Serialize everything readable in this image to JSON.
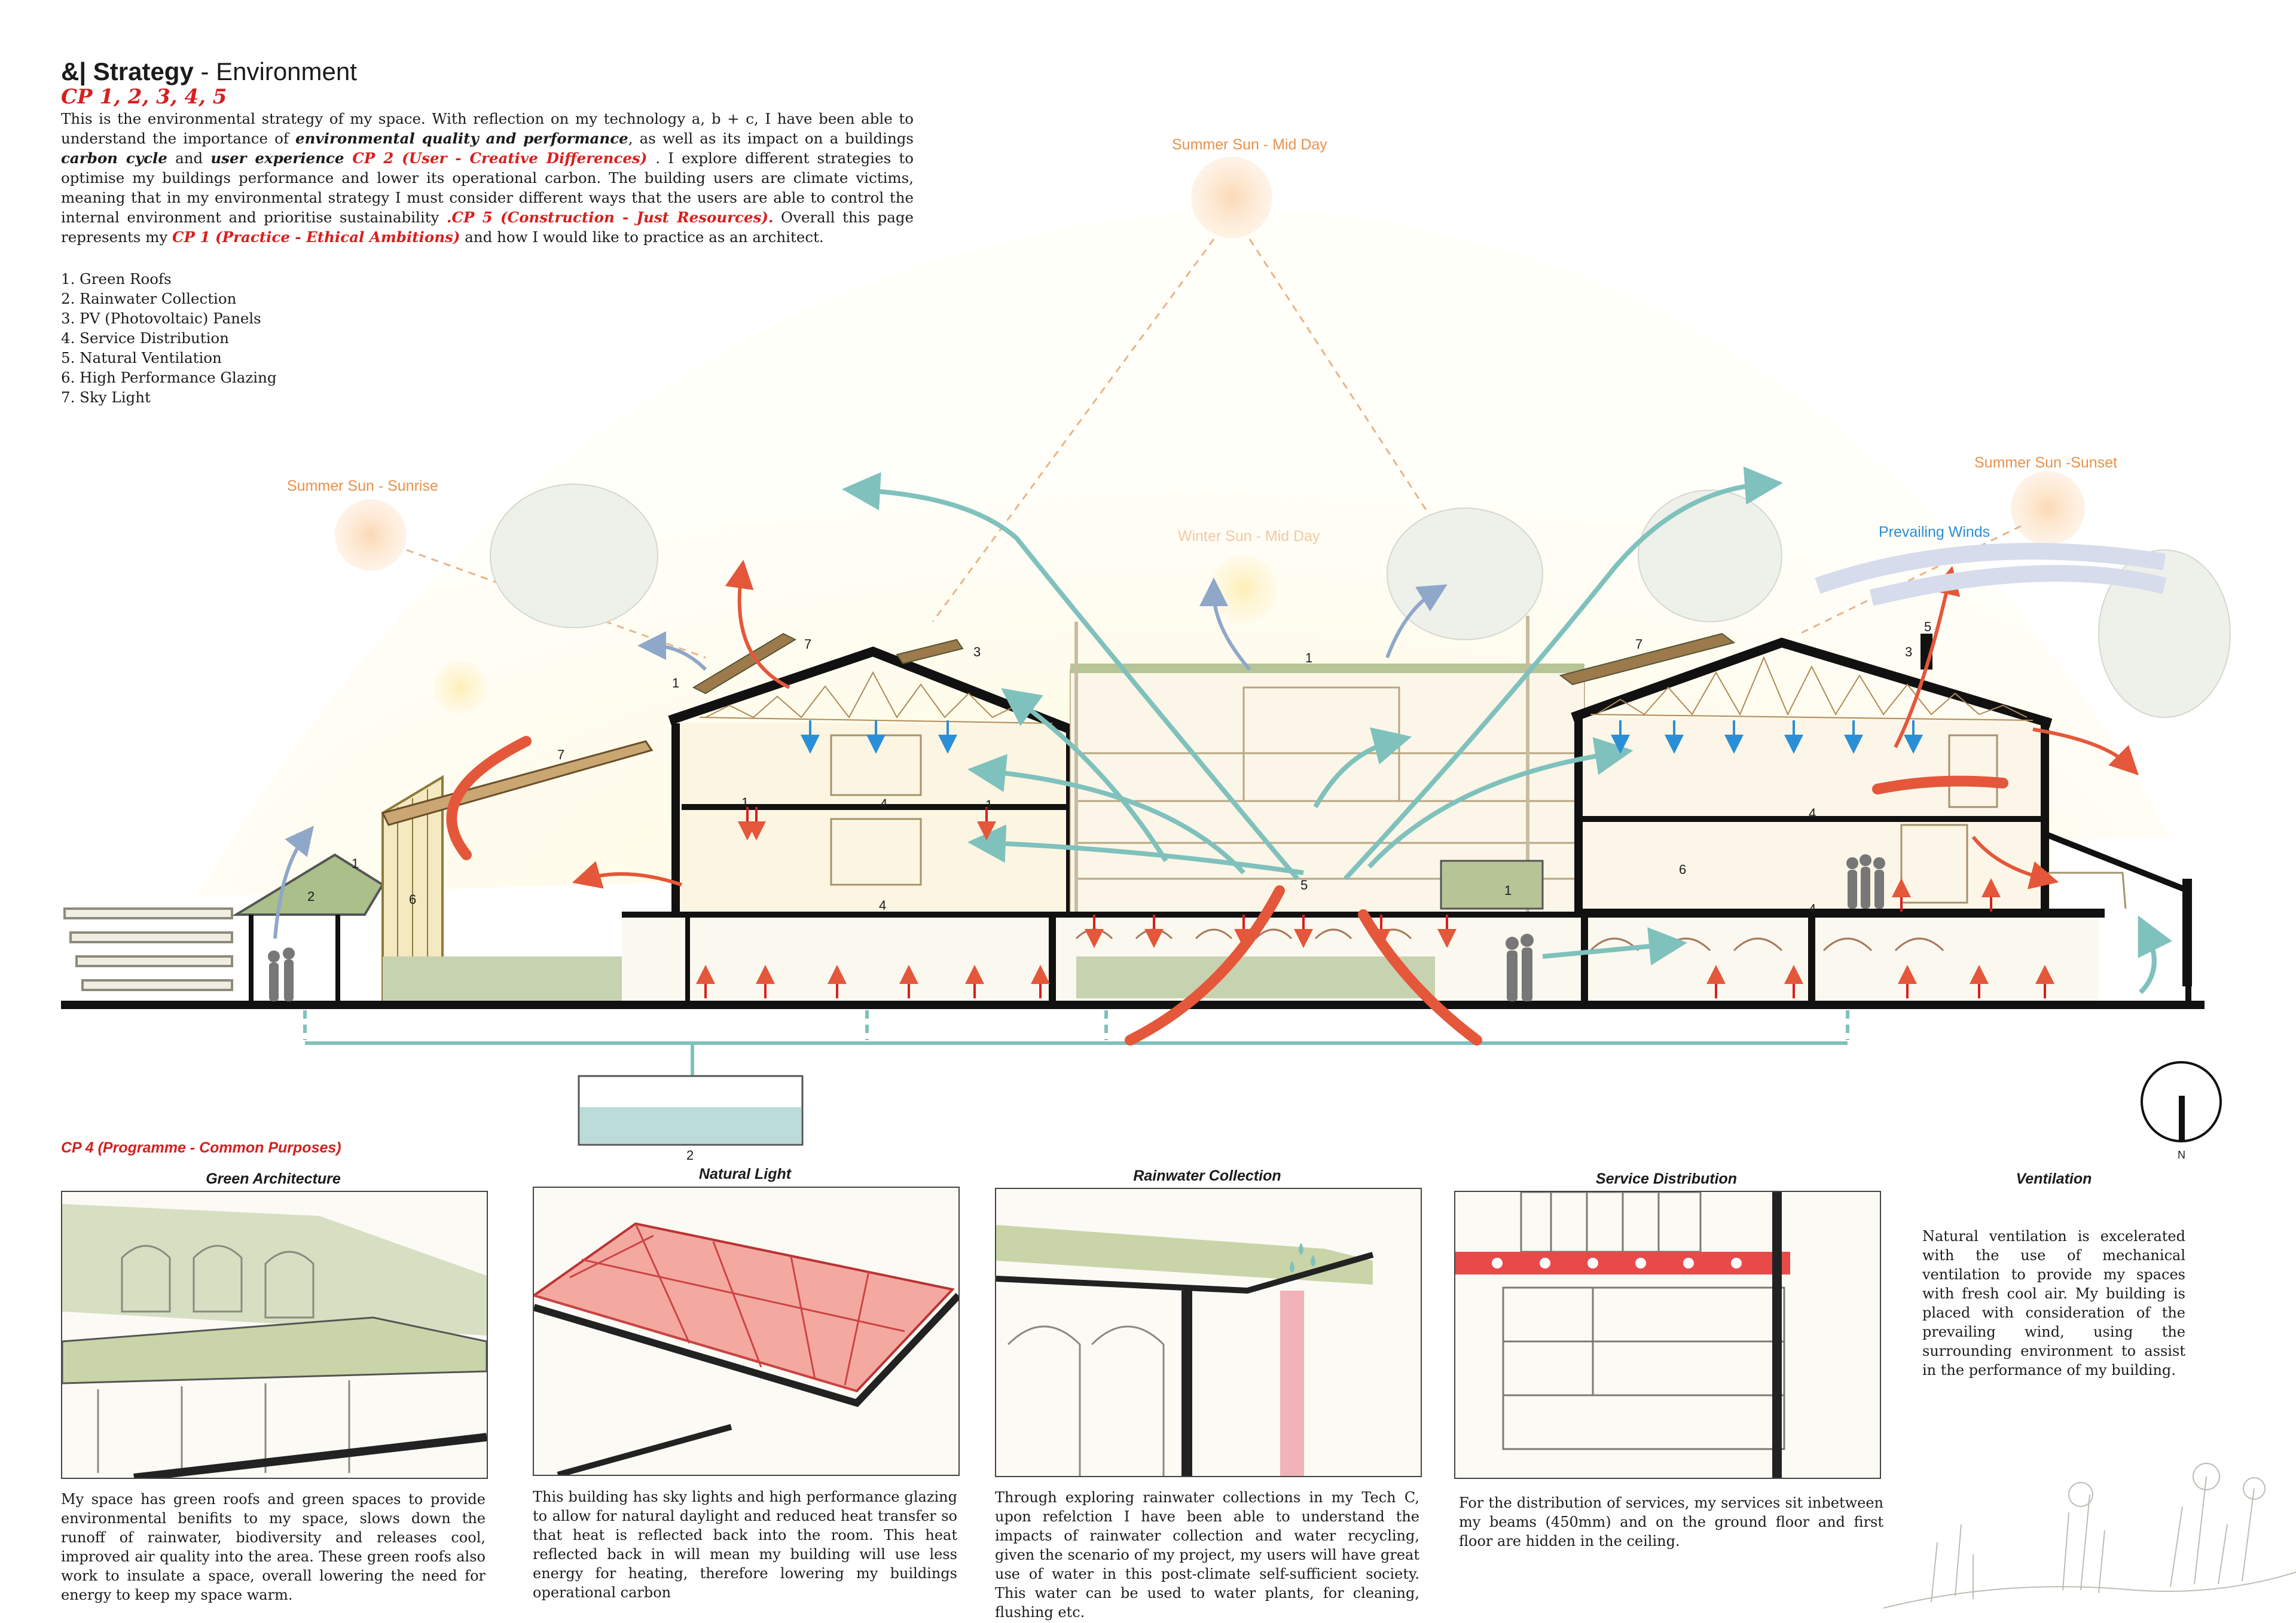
{
  "header": {
    "title_bold": "&| Strategy",
    "title_rest": " - Environment",
    "cp_line": "CP 1, 2, 3, 4, 5"
  },
  "intro": {
    "t1": "This is the environmental strategy of my space. With reflection on my technology a, b + c, I have been able to understand the importance of ",
    "e1": "environmental quality and performance",
    "t2": ", as well as its impact on a buildings ",
    "e2": "carbon cycle",
    "t3": " and ",
    "e3": "user experience",
    "r1": " CP 2 (User - Creative Differences) ",
    "t4": ". I explore different strategies to optimise my buildings performance and lower its operational carbon. The building users are climate victims, meaning that in my environmental strategy I must consider different ways that the users are able to control the internal environment and prioritise sustainability ",
    "r2": ".CP 5 (Construction - Just Resources).",
    "t5": " Overall this page represents my ",
    "r3": " CP 1 (Practice - Ethical Ambitions)",
    "t6": " and how I would like to practice as an architect."
  },
  "strategies": [
    "1. Green Roofs",
    "2. Rainwater Collection",
    "3. PV (Photovoltaic) Panels",
    "4. Service Distribution",
    "5. Natural Ventilation",
    "6. High Performance Glazing",
    "7. Sky Light"
  ],
  "diagram": {
    "sun_midday": "Summer Sun - Mid Day",
    "sun_sunrise": "Summer Sun - Sunrise",
    "sun_sunset": "Summer Sun -Sunset",
    "winter_sun": "Winter Sun - Mid Day",
    "prevailing_winds": "Prevailing Winds",
    "north": "N",
    "markers": {
      "m1": "1",
      "m2": "2",
      "m3": "3",
      "m4": "4",
      "m5": "5",
      "m6": "6",
      "m7": "7"
    }
  },
  "programme_heading": "CP 4 (Programme - Common Purposes)",
  "panels": [
    {
      "title": "Green Architecture",
      "text": "My space has green roofs and green spaces to provide environmental benifits to my space, slows down the runoff of rainwater, biodiversity  and releases cool, improved air quality into the area. These green roofs also work to insulate a space, overall lowering the need for energy to keep my space warm."
    },
    {
      "title": "Natural Light",
      "text": "This building has sky lights and high performance glazing to allow for natural daylight and reduced heat transfer so that heat is reflected back into the room. This heat reflected back in will mean my building will use less energy for heating, therefore lowering my buildings operational carbon"
    },
    {
      "title": "Rainwater Collection",
      "text": "Through exploring rainwater collections in my Tech C, upon refelction I have been able to understand the impacts of rainwater collection and water recycling, given the scenario of my project, my users will have great use of water in this post-climate self-sufficient society. This water can be used to water plants, for cleaning, flushing etc."
    },
    {
      "title": "Service Distribution",
      "text": "For the distribution of services, my services sit inbetween my beams (450mm) and on the ground floor and first floor are hidden in the ceiling."
    },
    {
      "title": "Ventilation",
      "text": "Natural ventilation is excelerated with the use of mechanical ventilation to provide my spaces with fresh cool air. My building is placed with consideration of the prevailing wind, using the surrounding environment to assist in the performance of my building."
    }
  ],
  "colors": {
    "accent_red": "#d81e1e",
    "sun_orange": "#e8924a",
    "wind_blue": "#2a8fd6",
    "airflow_teal": "#7fc1bd",
    "heat_red": "#e4573a",
    "green_roof": "#8fa96a",
    "structure": "#111111"
  },
  "icons": [
    "sun-icon",
    "wind-arrow-icon",
    "airflow-arrow-icon",
    "heat-arrow-icon",
    "north-arrow-icon",
    "person-icon",
    "tree-icon",
    "water-drop-icon"
  ]
}
